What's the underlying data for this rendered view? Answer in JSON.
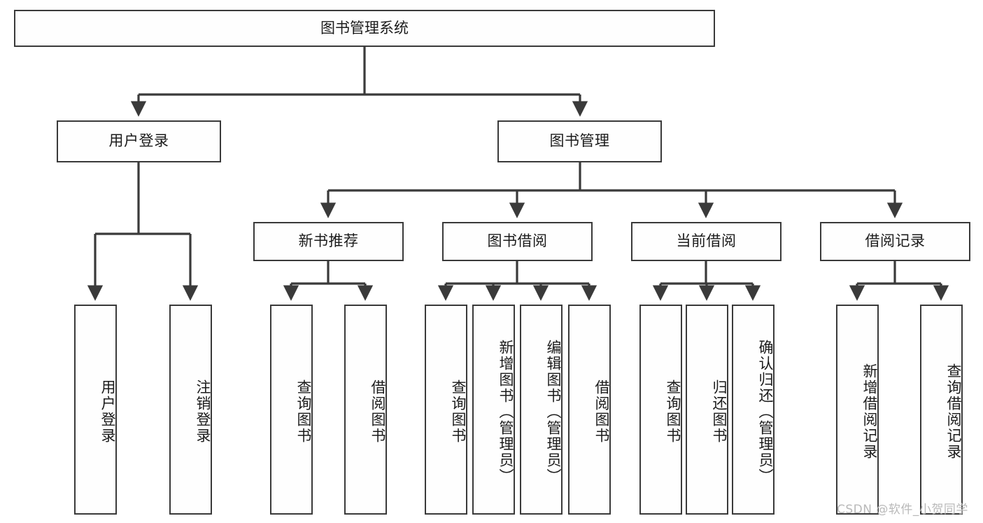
{
  "diagram": {
    "title": "图书管理系统",
    "watermark": "CSDN @软件_小贺同学",
    "colors": {
      "box_border": "#3a3a3a",
      "box_fill": "#fefefe",
      "edge": "#3a3a3a",
      "text": "#1b1b1b",
      "watermark": "#b9b9b9",
      "background": "#ffffff"
    },
    "root": {
      "label": "图书管理系统"
    },
    "level2": [
      {
        "id": "user-login",
        "label": "用户登录"
      },
      {
        "id": "book-management",
        "label": "图书管理"
      }
    ],
    "level3": [
      {
        "id": "new-book-recommend",
        "label": "新书推荐"
      },
      {
        "id": "book-borrow",
        "label": "图书借阅"
      },
      {
        "id": "current-borrow",
        "label": "当前借阅"
      },
      {
        "id": "borrow-record",
        "label": "借阅记录"
      }
    ],
    "leaves": {
      "user_login": [
        {
          "id": "leaf-user-login",
          "label": "用户登录"
        },
        {
          "id": "leaf-logout-login",
          "label": "注销登录"
        }
      ],
      "new_book_recommend": [
        {
          "id": "leaf-query-book-1",
          "label": "查询图书"
        },
        {
          "id": "leaf-borrow-book-1",
          "label": "借阅图书"
        }
      ],
      "book_borrow": [
        {
          "id": "leaf-query-book-2",
          "label": "查询图书"
        },
        {
          "id": "leaf-add-book-admin",
          "label": "新增图书（管理员）"
        },
        {
          "id": "leaf-edit-book-admin",
          "label": "编辑图书（管理员）"
        },
        {
          "id": "leaf-borrow-book-2",
          "label": "借阅图书"
        }
      ],
      "current_borrow": [
        {
          "id": "leaf-query-book-3",
          "label": "查询图书"
        },
        {
          "id": "leaf-return-book",
          "label": "归还图书"
        },
        {
          "id": "leaf-confirm-return-admin",
          "label": "确认归还（管理员）"
        }
      ],
      "borrow_record": [
        {
          "id": "leaf-add-borrow-record",
          "label": "新增借阅记录"
        },
        {
          "id": "leaf-query-borrow-record",
          "label": "查询借阅记录"
        }
      ]
    }
  }
}
